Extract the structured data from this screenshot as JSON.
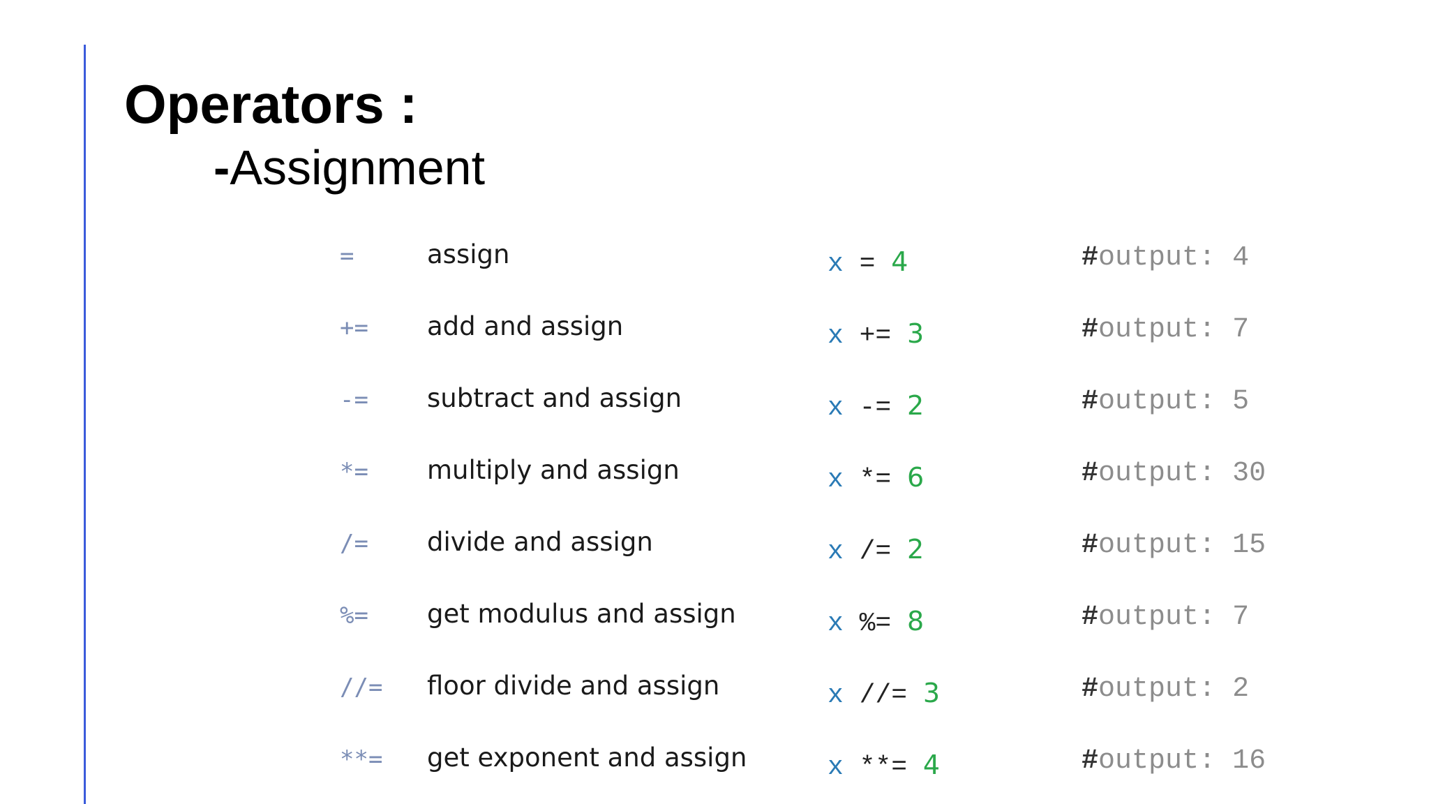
{
  "slide": {
    "title": "Operators :",
    "subtitle_dash": "-",
    "subtitle": "Assignment"
  },
  "operators": [
    {
      "symbol": "=",
      "description": "assign",
      "var": "x",
      "op": "=",
      "value": "4",
      "output_label": "output:",
      "output_value": "4"
    },
    {
      "symbol": "+=",
      "description": "add and assign",
      "var": "x",
      "op": "+=",
      "value": "3",
      "output_label": "output:",
      "output_value": "7"
    },
    {
      "symbol": "-=",
      "description": "subtract and assign",
      "var": "x",
      "op": "-=",
      "value": "2",
      "output_label": "output:",
      "output_value": "5"
    },
    {
      "symbol": "*=",
      "description": "multiply and assign",
      "var": "x",
      "op": "*=",
      "value": "6",
      "output_label": "output:",
      "output_value": "30"
    },
    {
      "symbol": "/=",
      "description": "divide and assign",
      "var": "x",
      "op": "/=",
      "value": "2",
      "output_label": "output:",
      "output_value": "15"
    },
    {
      "symbol": "%=",
      "description": "get modulus and assign",
      "var": "x",
      "op": "%=",
      "value": "8",
      "output_label": "output:",
      "output_value": "7"
    },
    {
      "symbol": "//=",
      "description": "floor divide and assign",
      "var": "x",
      "op": "//=",
      "value": "3",
      "output_label": "output:",
      "output_value": "2"
    },
    {
      "symbol": "**=",
      "description": "get exponent and assign",
      "var": "x",
      "op": "**=",
      "value": "4",
      "output_label": "output:",
      "output_value": "16"
    }
  ],
  "colors": {
    "accent_rule": "#3b5bdb",
    "variable": "#2a7ab5",
    "number": "#2aa84a",
    "output_text": "#8c8c8c",
    "symbol": "#7b8db5"
  }
}
